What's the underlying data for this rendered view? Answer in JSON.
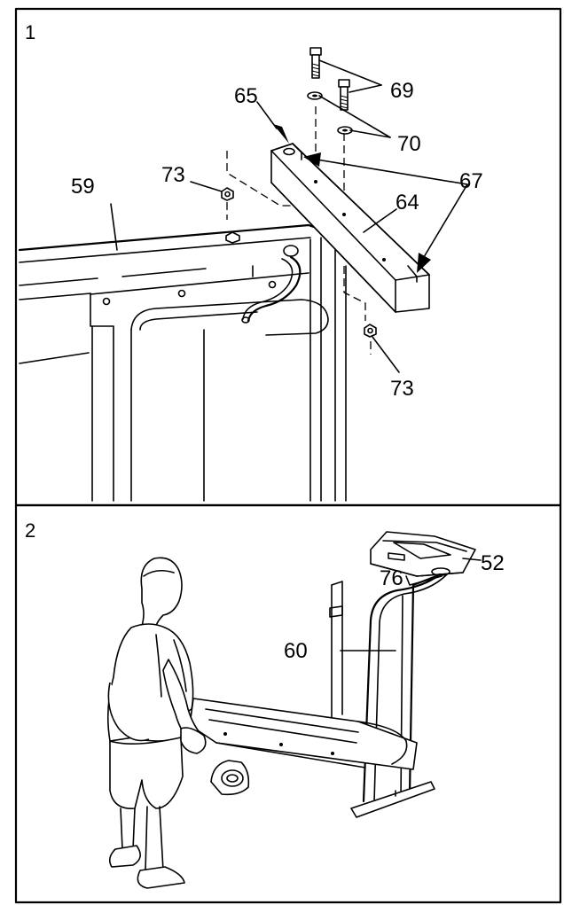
{
  "steps": [
    {
      "number": "1",
      "callouts": {
        "c59": "59",
        "c65": "65",
        "c73a": "73",
        "c73b": "73",
        "c69": "69",
        "c70": "70",
        "c64": "64",
        "c67": "67"
      }
    },
    {
      "number": "2",
      "callouts": {
        "c52": "52",
        "c76": "76",
        "c60": "60"
      }
    }
  ]
}
